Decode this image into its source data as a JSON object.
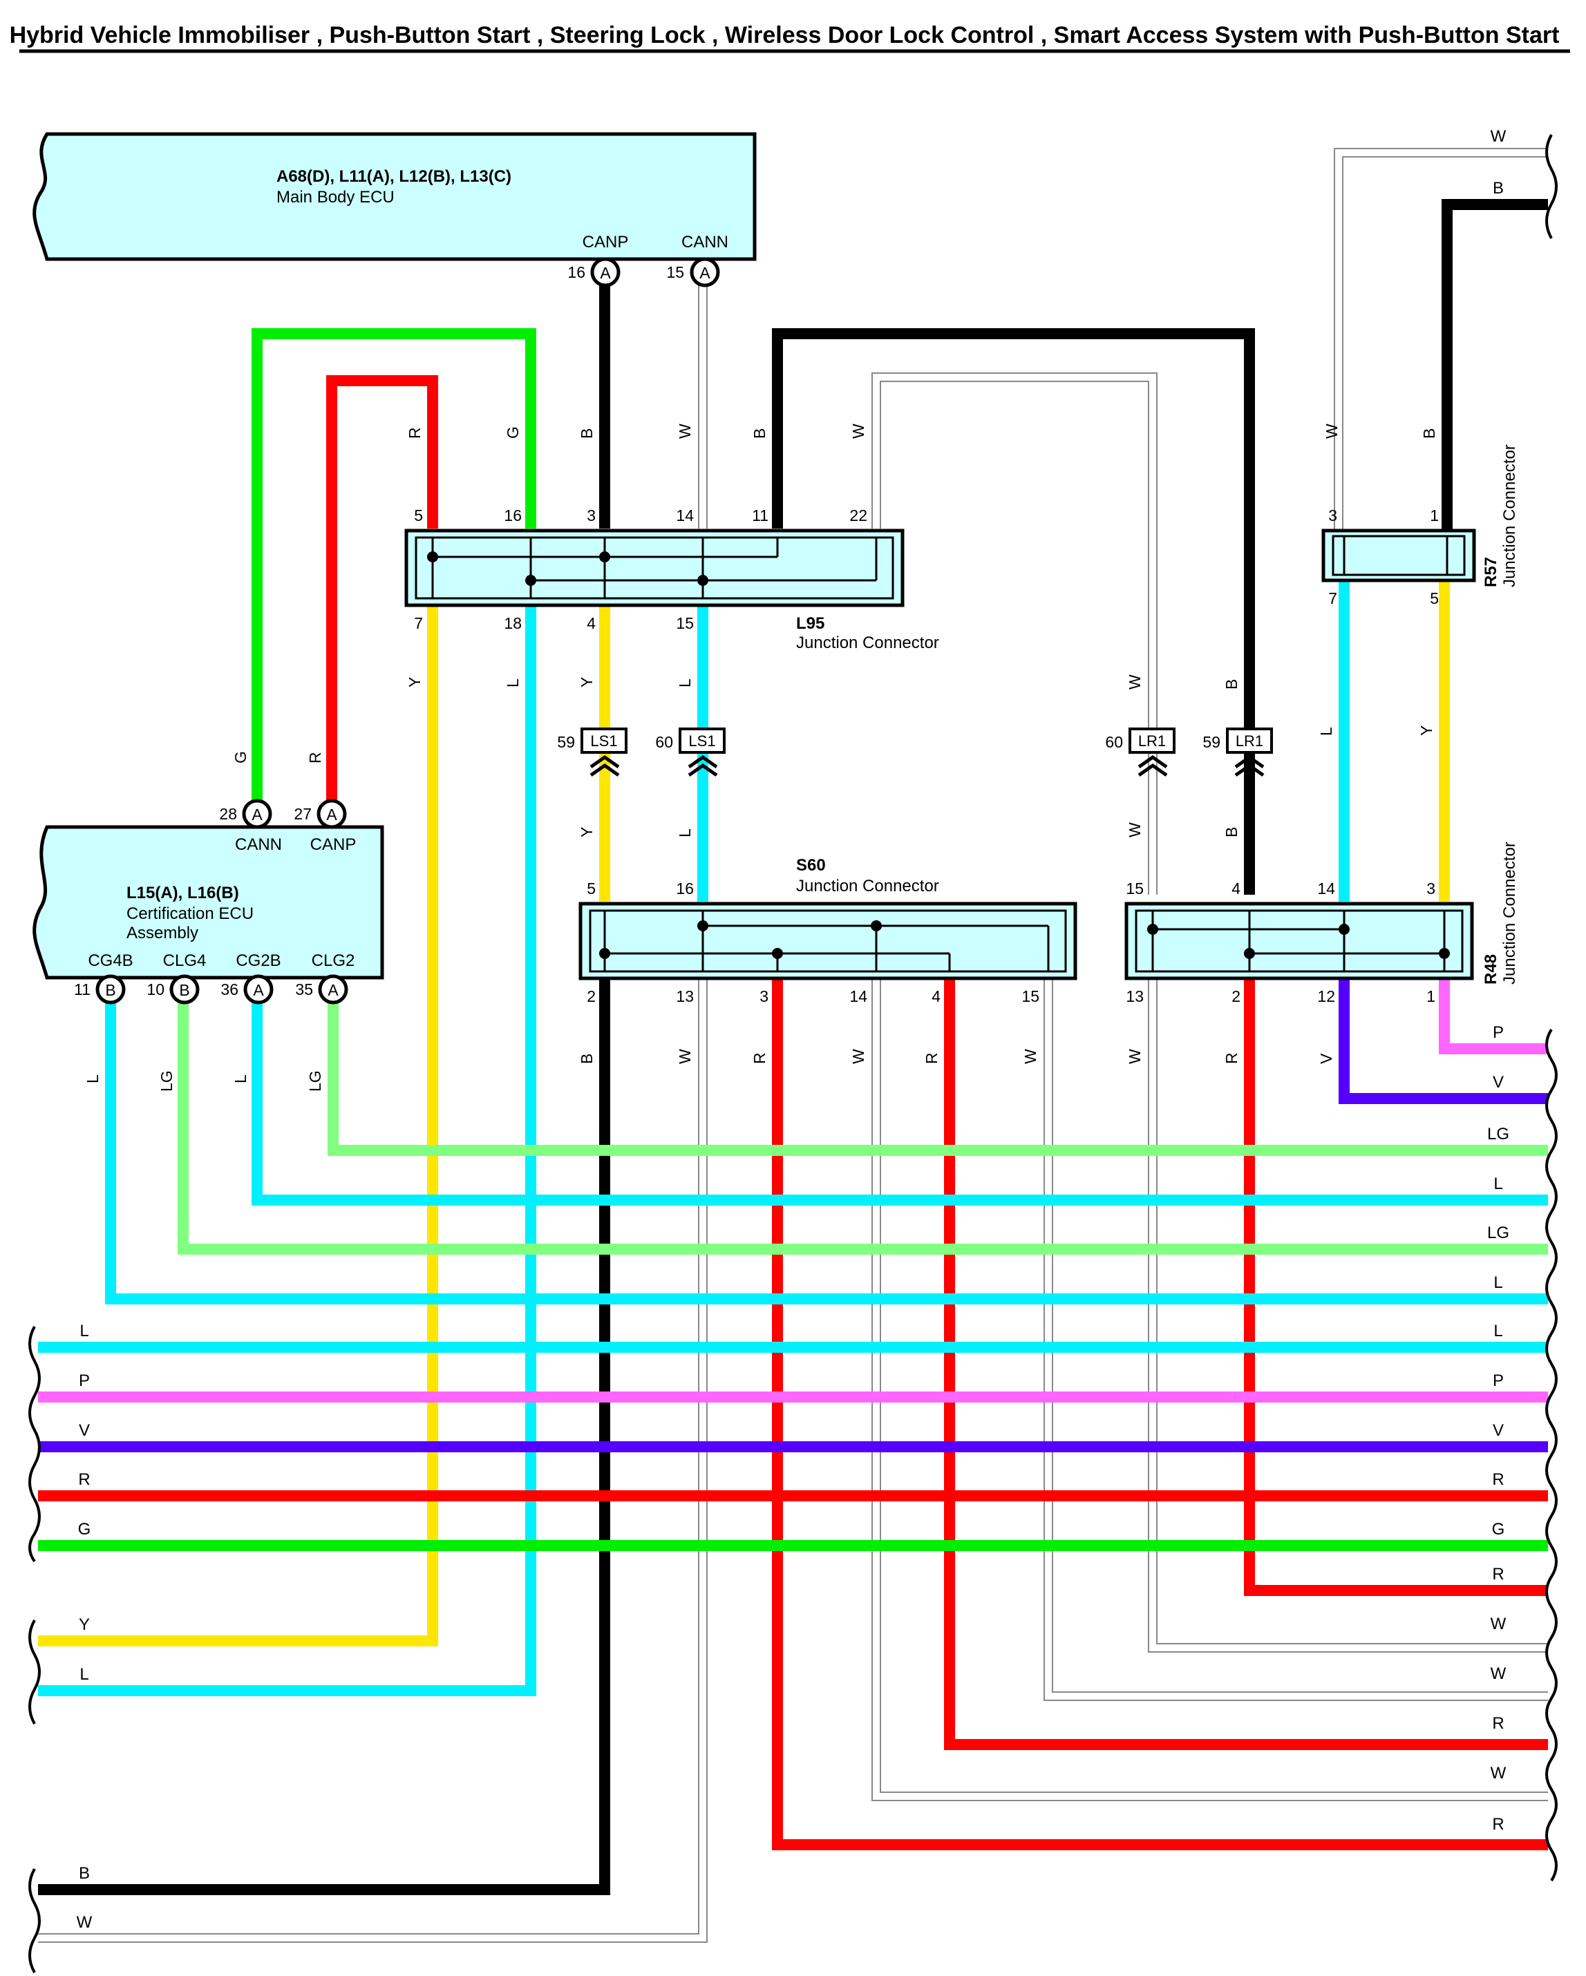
{
  "title": "Hybrid Vehicle Immobiliser , Push-Button Start , Steering Lock , Wireless Door Lock Control , Smart Access System with Push-Button Start",
  "colors": {
    "B": "#000000",
    "W": "#ffffff",
    "G": "#00ee00",
    "R": "#ff0000",
    "Y": "#ffe600",
    "L": "#00f0ff",
    "LG": "#80ff80",
    "P": "#ff66ff",
    "V": "#5500ff",
    "component_fill": "#ccffff"
  },
  "main_body_ecu": {
    "codes": "A68(D), L11(A), L12(B), L13(C)",
    "name": "Main Body ECU",
    "pins": [
      {
        "name": "CANP",
        "num": "16",
        "conn": "A"
      },
      {
        "name": "CANN",
        "num": "15",
        "conn": "A"
      }
    ]
  },
  "cert_ecu": {
    "codes": "L15(A), L16(B)",
    "name_line1": "Certification ECU",
    "name_line2": "Assembly",
    "top_pins": [
      {
        "name": "CANN",
        "num": "28",
        "conn": "A",
        "wire": "G"
      },
      {
        "name": "CANP",
        "num": "27",
        "conn": "A",
        "wire": "R"
      }
    ],
    "bottom_pins": [
      {
        "name": "CG4B",
        "num": "11",
        "conn": "B",
        "wire": "L"
      },
      {
        "name": "CLG4",
        "num": "10",
        "conn": "B",
        "wire": "LG"
      },
      {
        "name": "CG2B",
        "num": "36",
        "conn": "A",
        "wire": "L"
      },
      {
        "name": "CLG2",
        "num": "35",
        "conn": "A",
        "wire": "LG"
      }
    ]
  },
  "l95": {
    "id": "L95",
    "name": "Junction Connector",
    "top_pins": [
      "5",
      "16",
      "3",
      "14",
      "11",
      "22"
    ],
    "bottom_pins": [
      "7",
      "18",
      "4",
      "15"
    ]
  },
  "s60": {
    "id": "S60",
    "name": "Junction Connector",
    "top_pins": [
      "5",
      "16"
    ],
    "bottom_pins": [
      "2",
      "13",
      "3",
      "14",
      "4",
      "15"
    ]
  },
  "r48": {
    "id": "R48",
    "name": "Junction Connector",
    "top_pins": [
      "15",
      "4",
      "14",
      "3"
    ],
    "bottom_pins": [
      "13",
      "2",
      "12",
      "1"
    ]
  },
  "r57": {
    "id": "R57",
    "name": "Junction Connector",
    "top_pins": [
      "3",
      "1"
    ],
    "bottom_pins": [
      "7",
      "5"
    ]
  },
  "inline_connectors": [
    {
      "pin": "59",
      "tag": "LS1"
    },
    {
      "pin": "60",
      "tag": "LS1"
    },
    {
      "pin": "60",
      "tag": "LR1"
    },
    {
      "pin": "59",
      "tag": "LR1"
    }
  ],
  "wire_labels": {
    "l95_top": [
      "R",
      "G",
      "B",
      "W",
      "B",
      "W"
    ],
    "l95_bottom": [
      "Y",
      "L",
      "Y",
      "L"
    ],
    "s60_top": [
      "Y",
      "L"
    ],
    "s60_bottom": [
      "B",
      "W",
      "R",
      "W",
      "R",
      "W"
    ],
    "r48_top_upper": [
      "W",
      "B"
    ],
    "r48_top_lower": [
      "W",
      "B",
      "L",
      "Y"
    ],
    "r48_bottom": [
      "W",
      "R",
      "V"
    ],
    "r57_top": [
      "W",
      "B"
    ],
    "cert_top": [
      "G",
      "R"
    ],
    "cert_bottom": [
      "L",
      "LG",
      "L",
      "LG"
    ]
  },
  "right_edge_labels": [
    "W",
    "B",
    "P",
    "V",
    "LG",
    "L",
    "LG",
    "L",
    "L",
    "P",
    "V",
    "R",
    "G",
    "R",
    "W",
    "W",
    "R",
    "W",
    "R"
  ],
  "left_edge_labels": [
    "L",
    "P",
    "V",
    "R",
    "G",
    "Y",
    "L",
    "B",
    "W"
  ]
}
